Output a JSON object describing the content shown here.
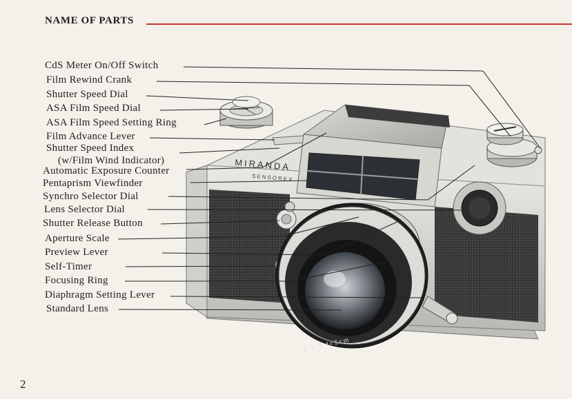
{
  "header": {
    "title": "NAME OF PARTS",
    "accent_color": "#c9332f"
  },
  "parts": [
    "CdS Meter On/Off Switch",
    "Film Rewind Crank",
    "Shutter Speed Dial",
    "ASA Film Speed Dial",
    "ASA Film Speed Setting Ring",
    "Film Advance Lever",
    "Shutter Speed Index",
    "(w/Film Wind Indicator)",
    "Automatic Exposure Counter",
    "Pentaprism Viewfinder",
    "Synchro Selector Dial",
    "Lens Selector Dial",
    "Shutter Release Button",
    "Aperture Scale",
    "Preview Lever",
    "Self-Timer",
    "Focusing Ring",
    "Diaphragm Setting Lever",
    "Standard Lens"
  ],
  "camera": {
    "brand": "MIRANDA",
    "model": "SENSOREX",
    "lens_marking": "1:1.9 f=5cm"
  },
  "footer": {
    "page_number": "2"
  }
}
